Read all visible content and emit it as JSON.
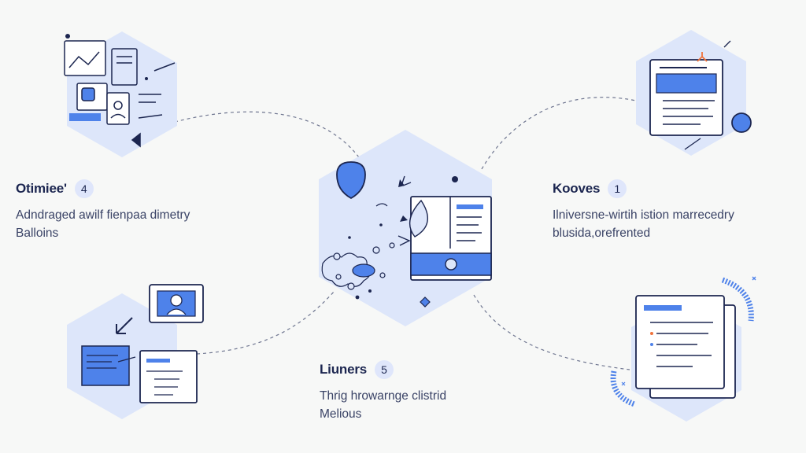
{
  "colors": {
    "hexagon_fill": "#dde6fa",
    "accent_blue": "#4e82ea",
    "ink": "#1c2650",
    "connector": "#6f7690",
    "highlight": "#f0733c"
  },
  "blocks": [
    {
      "id": "top-left",
      "title": "Otimiee'",
      "badge": "4",
      "lines": [
        "Adndraged awilf fienpaa dimetry",
        "Balloins"
      ]
    },
    {
      "id": "top-right",
      "title": "Kooves",
      "badge": "1",
      "lines": [
        "Ilniversne-wirtih istion marrecedry",
        "blusida,orefrented"
      ]
    },
    {
      "id": "bottom-center",
      "title": "Liuners",
      "badge": "5",
      "lines": [
        "Thrig hrowarnge clistrid",
        "Melious"
      ]
    }
  ],
  "icons": {
    "top_left": "workspace-collage-icon",
    "top_right": "document-card-icon",
    "center": "data-dashboard-icon",
    "bottom_left": "user-profile-transfer-icon",
    "bottom_right": "document-stack-icon"
  }
}
